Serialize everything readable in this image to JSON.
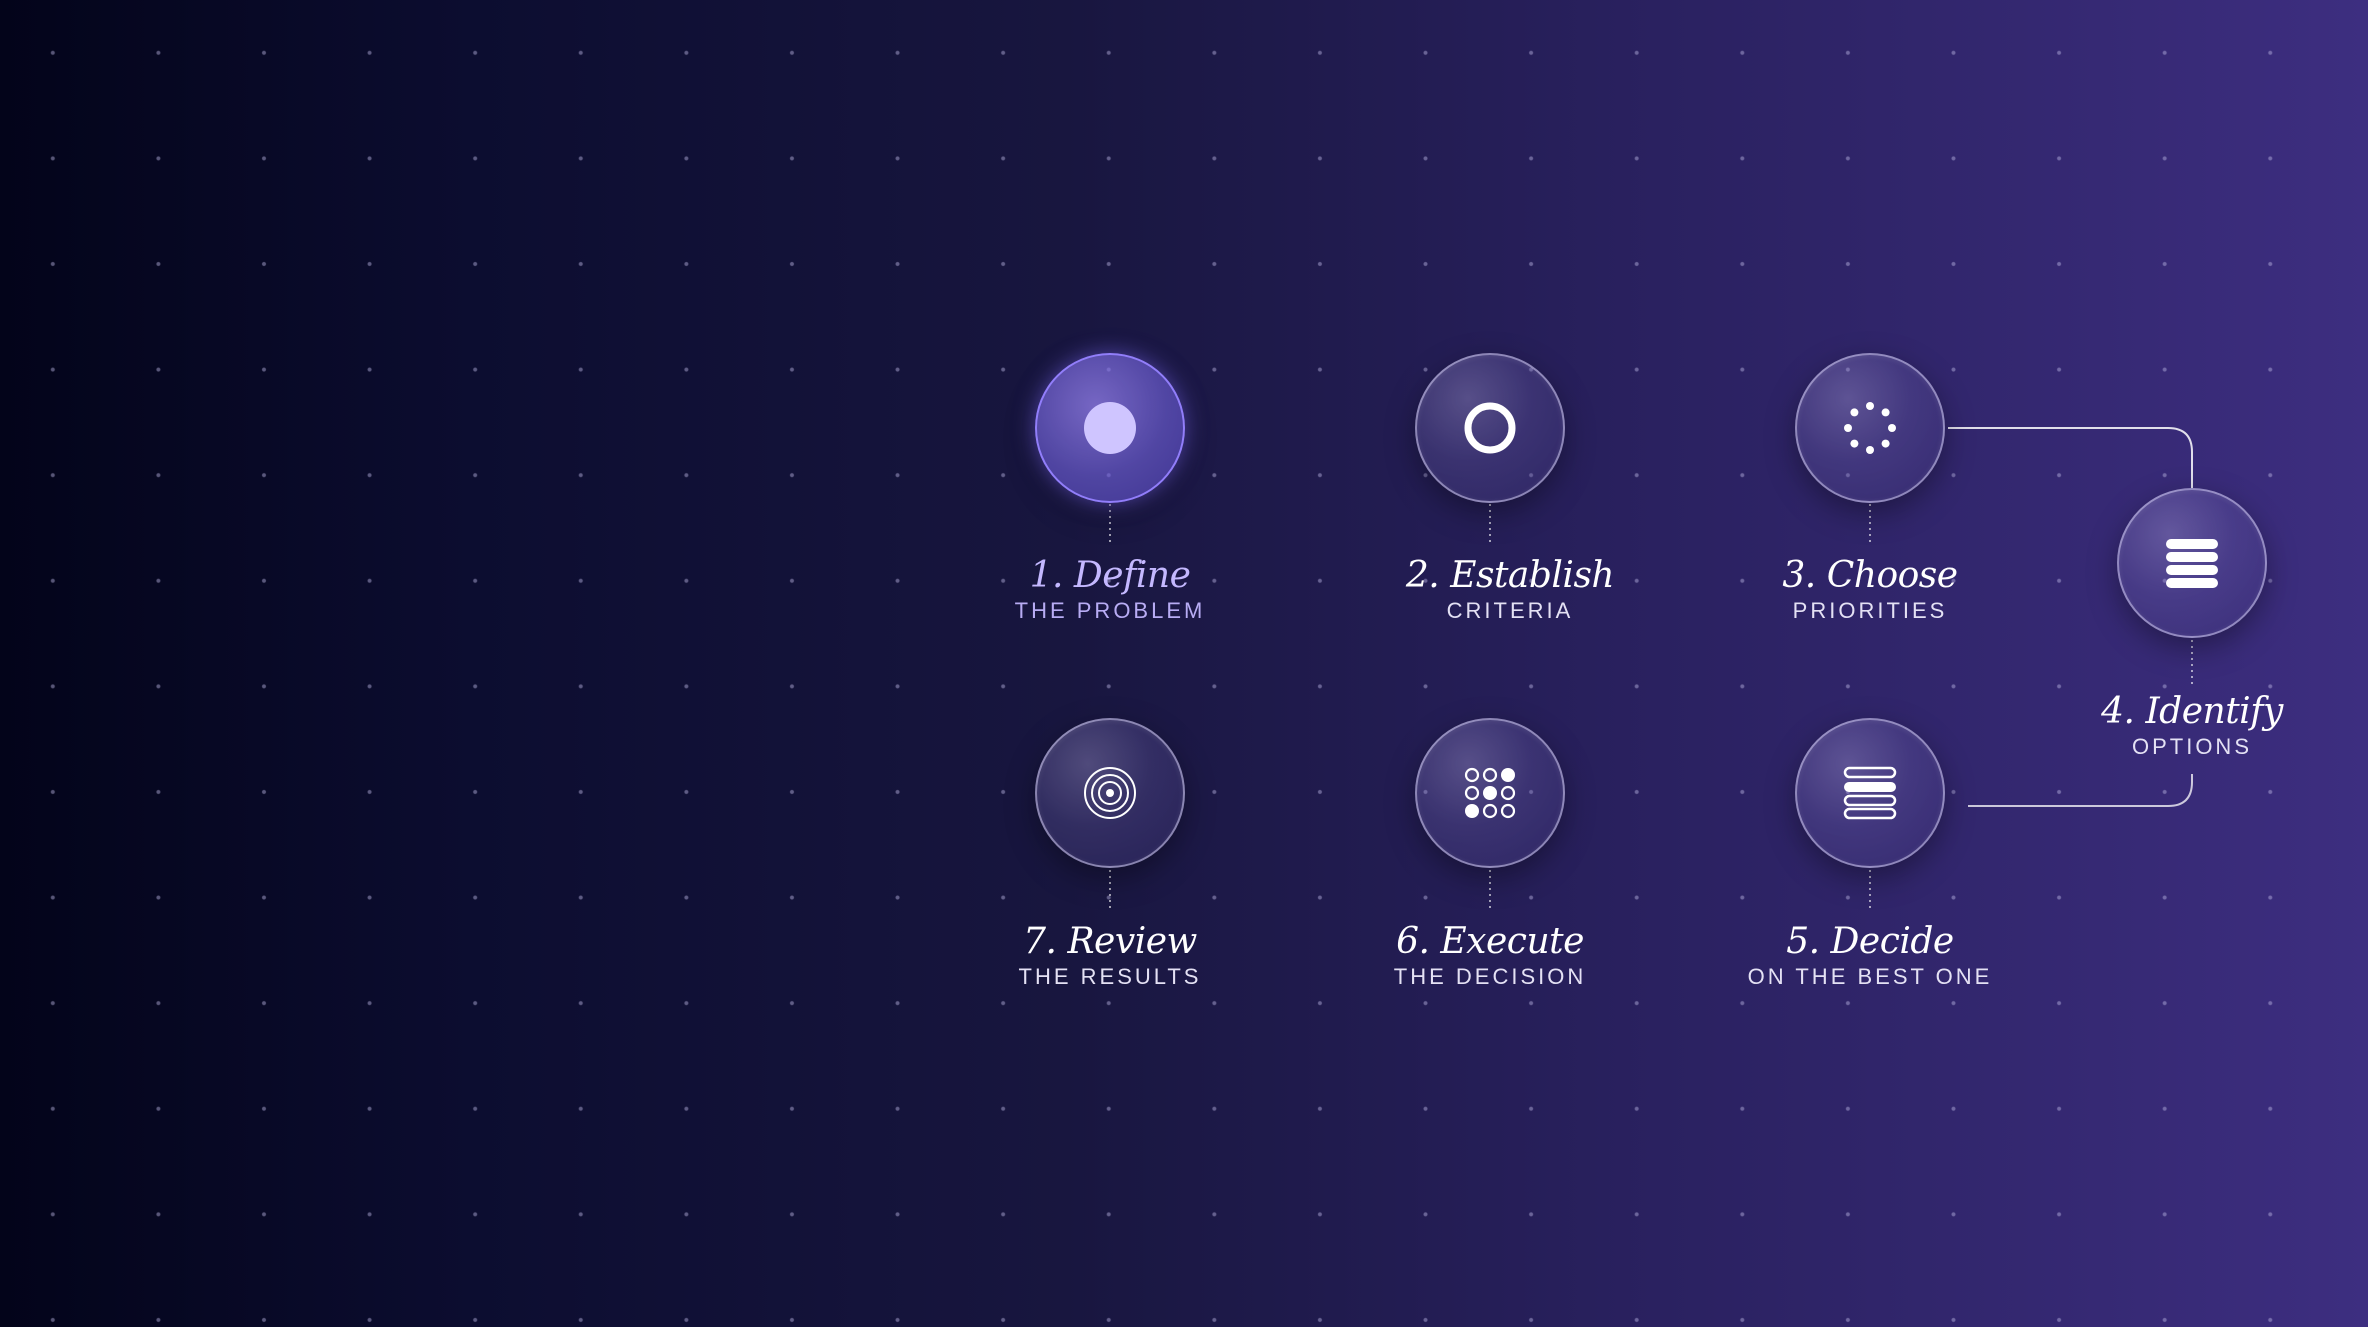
{
  "diagram": {
    "accent_color": "#8a78f0",
    "steps": [
      {
        "number": "1.",
        "title": "Define",
        "subtitle": "THE PROBLEM",
        "icon": "filled-circle-icon",
        "highlighted": true
      },
      {
        "number": "2.",
        "title": "Establish",
        "subtitle": "CRITERIA",
        "icon": "ring-icon",
        "highlighted": false
      },
      {
        "number": "3.",
        "title": "Choose",
        "subtitle": "PRIORITIES",
        "icon": "dotted-ring-icon",
        "highlighted": false
      },
      {
        "number": "4.",
        "title": "Identify",
        "subtitle": "OPTIONS",
        "icon": "stacked-bars-icon",
        "highlighted": false
      },
      {
        "number": "5.",
        "title": "Decide",
        "subtitle": "ON THE BEST ONE",
        "icon": "list-select-icon",
        "highlighted": false
      },
      {
        "number": "6.",
        "title": "Execute",
        "subtitle": "THE DECISION",
        "icon": "dot-grid-icon",
        "highlighted": false
      },
      {
        "number": "7.",
        "title": "Review",
        "subtitle": "THE RESULTS",
        "icon": "concentric-circles-icon",
        "highlighted": false
      }
    ]
  }
}
